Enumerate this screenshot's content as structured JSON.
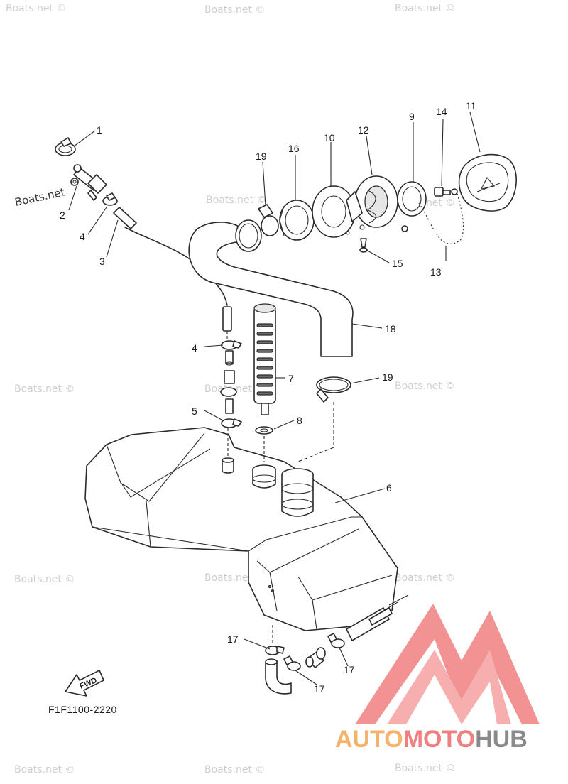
{
  "callouts": {
    "c1": "1",
    "c2": "2",
    "c3": "3",
    "c4a": "4",
    "c4b": "4",
    "c5": "5",
    "c6": "6",
    "c7": "7",
    "c8": "8",
    "c9": "9",
    "c10": "10",
    "c11": "11",
    "c12": "12",
    "c13": "13",
    "c14": "14",
    "c15": "15",
    "c16": "16",
    "c17a": "17",
    "c17b": "17",
    "c17c": "17",
    "c18": "18",
    "c19a": "19",
    "c19b": "19"
  },
  "fwd_label": "FWD",
  "diagram_code": "F1F1100-2220",
  "watermarks": {
    "boats": "Boats.net ©",
    "boats_strong": "Boats.net"
  },
  "brand": {
    "part1": "AUTO",
    "part2": "MOTO",
    "part3": "HUB",
    "color_orange": "#f5b26b",
    "color_red": "#f08080",
    "color_gray": "#8a8a8a"
  }
}
